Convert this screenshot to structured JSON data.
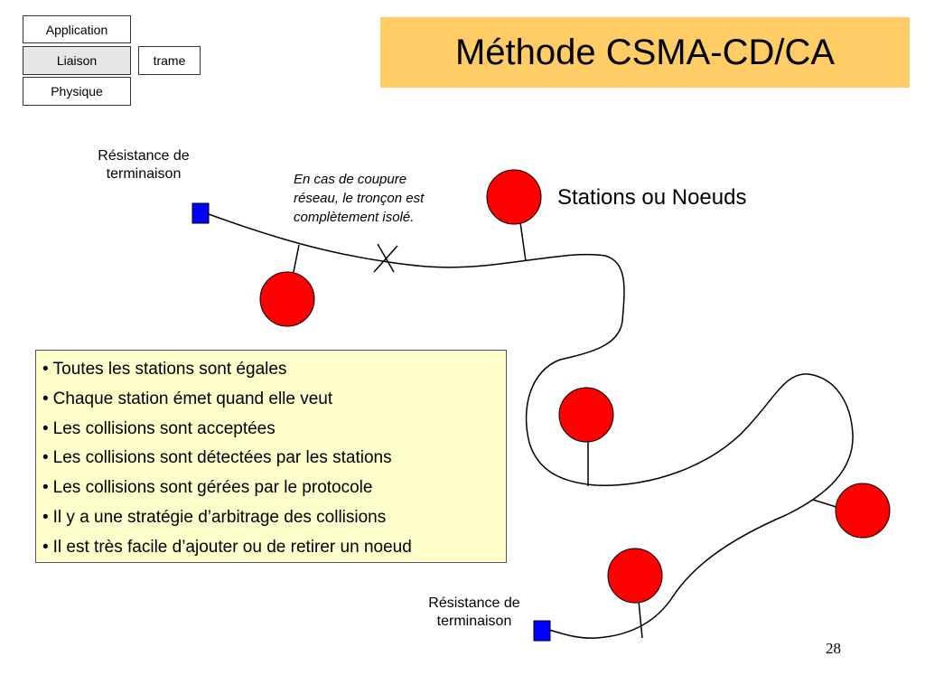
{
  "layers": {
    "application": "Application",
    "liaison": "Liaison",
    "physique": "Physique",
    "trame": "trame"
  },
  "title": "Méthode CSMA-CD/CA",
  "diagram": {
    "termination_top": [
      "Résistance de",
      "terminaison"
    ],
    "termination_bottom": [
      "Résistance de",
      "terminaison"
    ],
    "cut_note": [
      "En cas de coupure",
      "réseau, le tronçon est",
      "complètement isolé."
    ],
    "nodes_label": "Stations ou Noeuds",
    "colors": {
      "station": "#ff0000",
      "terminator": "#0000ff",
      "title_bg": "#ffcc66",
      "bullets_bg": "#ffffcc"
    }
  },
  "bullets": [
    "Toutes les stations sont égales",
    "Chaque station émet quand elle veut",
    "Les collisions sont acceptées",
    "Les collisions sont détectées par les stations",
    "Les collisions sont gérées par le protocole",
    "Il y a une stratégie d’arbitrage des collisions",
    "Il est très facile d’ajouter ou de retirer un noeud"
  ],
  "page_number": "28"
}
